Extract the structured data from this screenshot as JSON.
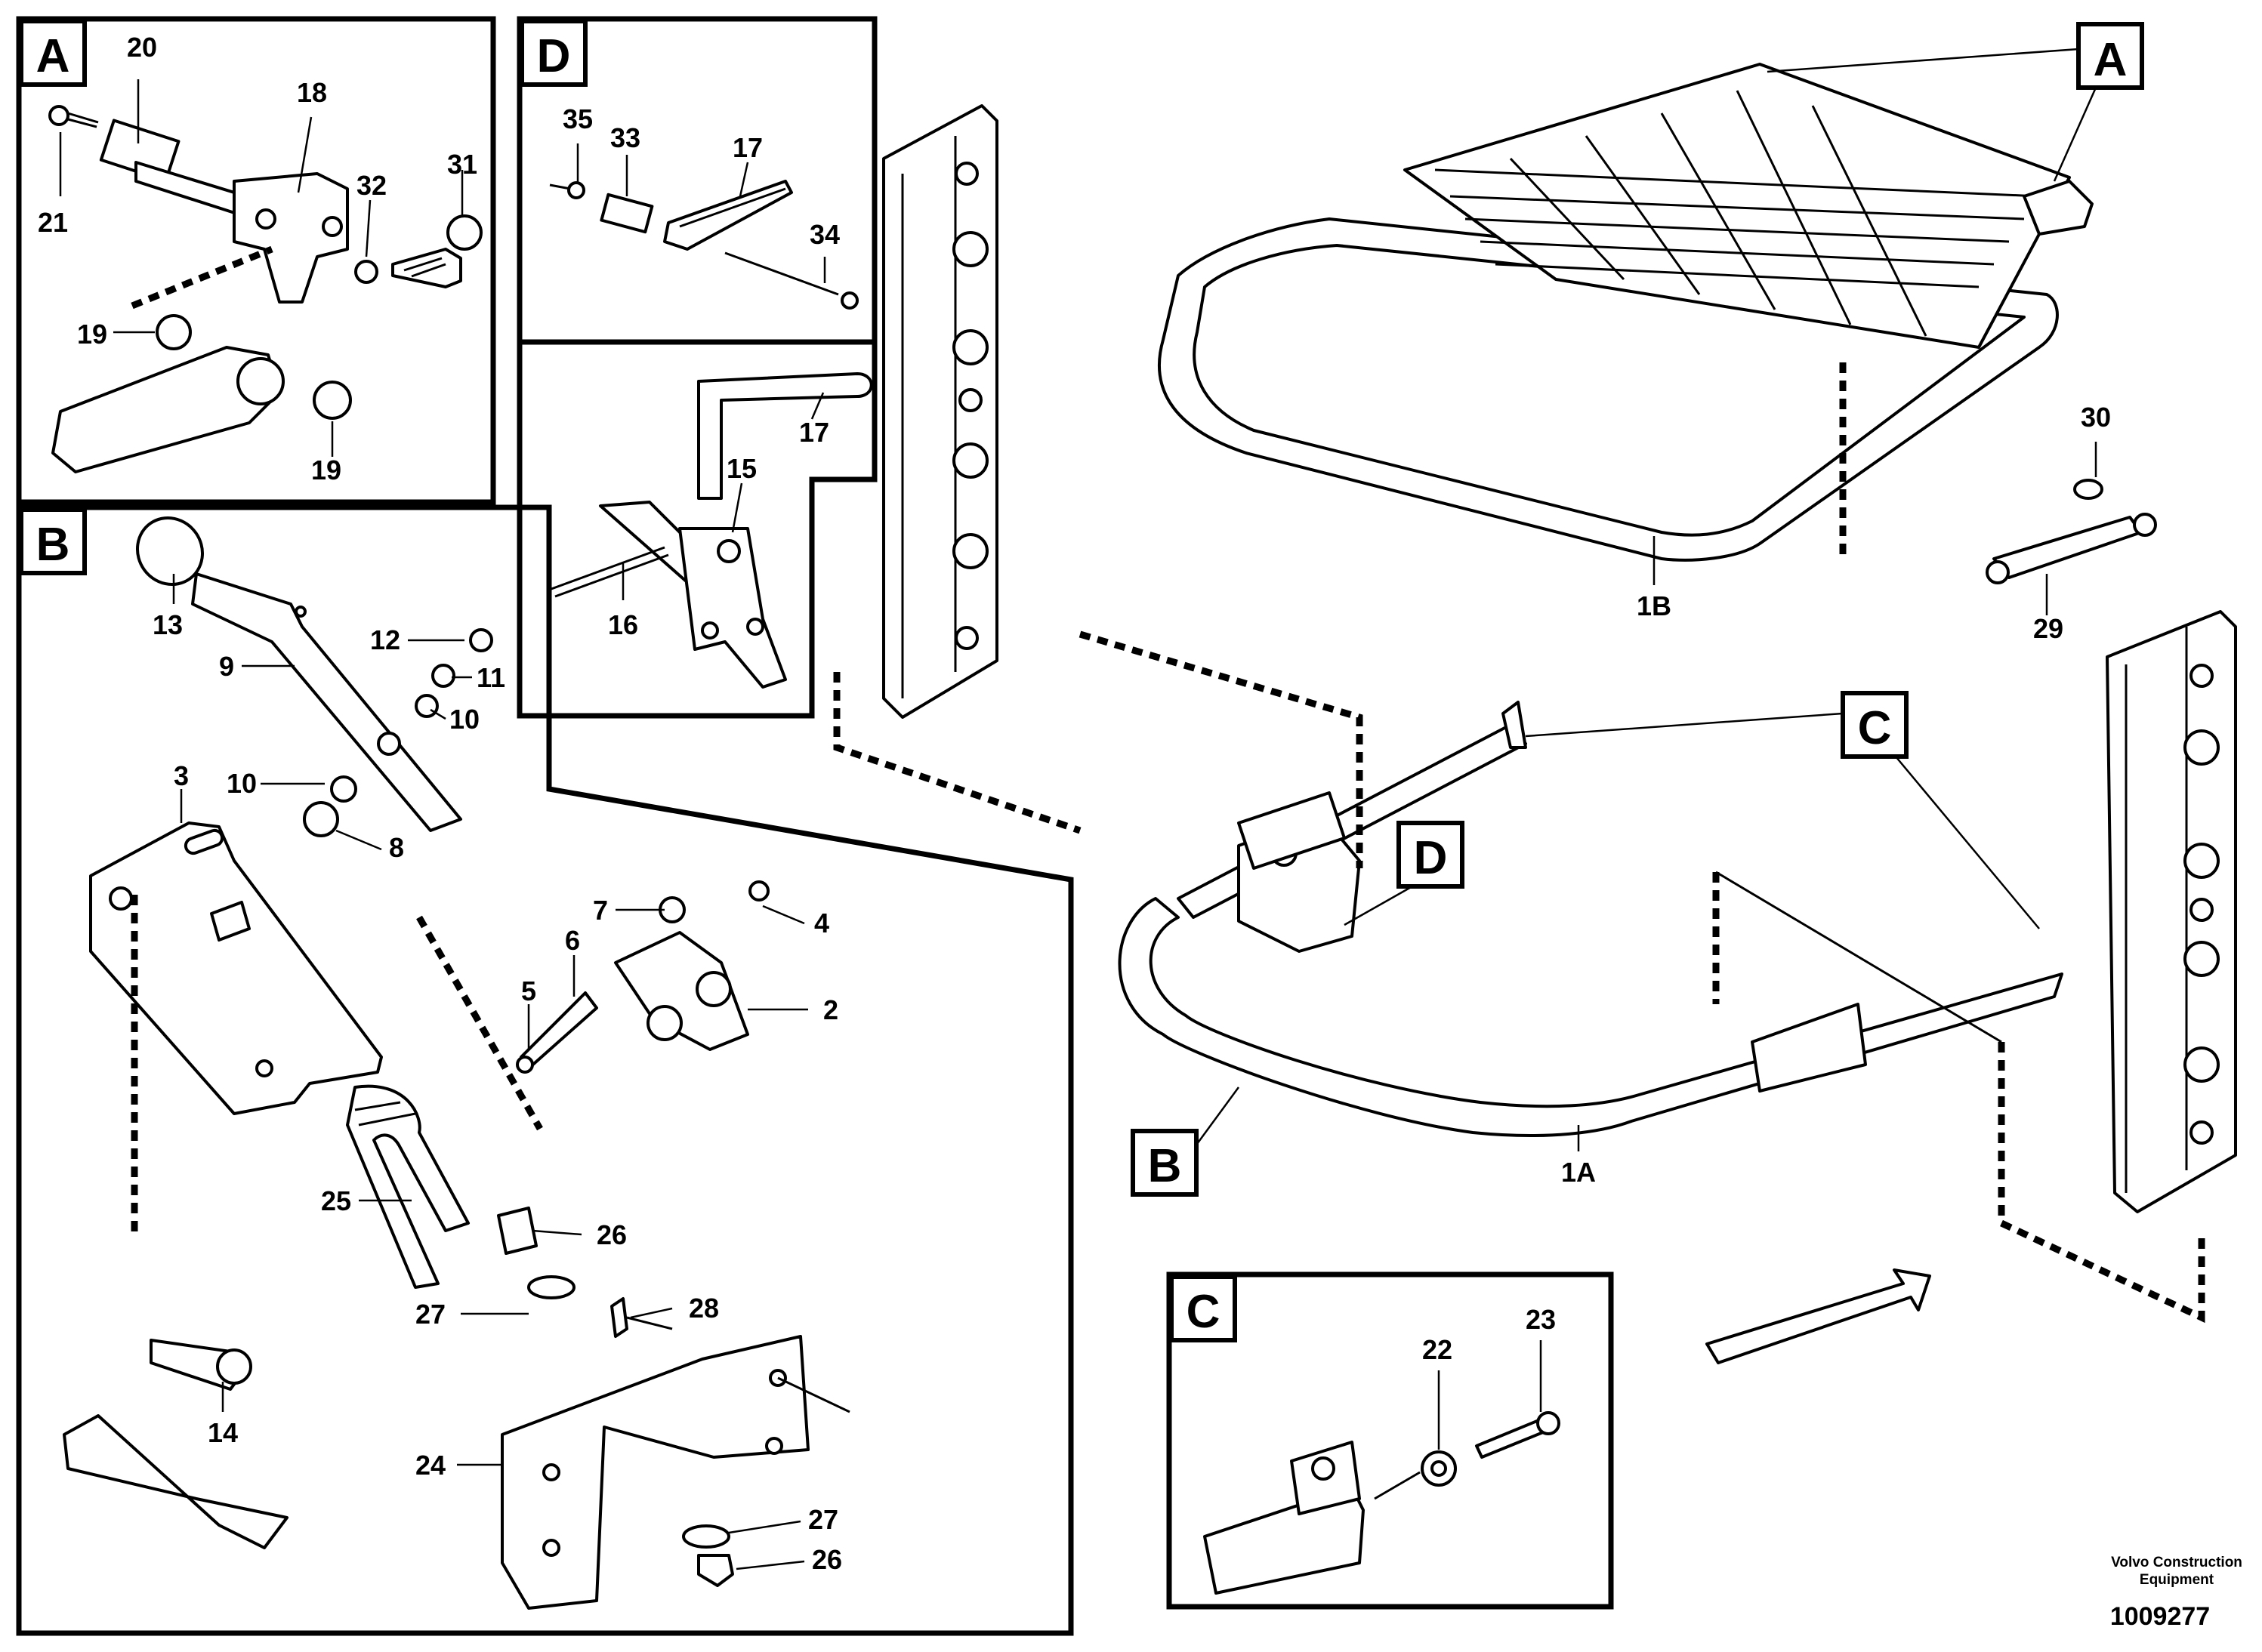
{
  "detail_views": [
    {
      "id": "A",
      "tag": "A"
    },
    {
      "id": "B",
      "tag": "B"
    },
    {
      "id": "C",
      "tag": "C"
    },
    {
      "id": "D",
      "tag": "D"
    }
  ],
  "callouts": {
    "A": [
      "A"
    ],
    "B": [
      "B"
    ],
    "C": [
      "C"
    ],
    "D": [
      "D"
    ]
  },
  "part_numbers": {
    "view_a": [
      "20",
      "18",
      "21",
      "32",
      "31",
      "19",
      "19"
    ],
    "view_d": [
      "35",
      "33",
      "17",
      "34",
      "17",
      "15",
      "16"
    ],
    "view_b": [
      "13",
      "9",
      "12",
      "11",
      "10",
      "10",
      "8",
      "3",
      "7",
      "4",
      "6",
      "2",
      "5",
      "25",
      "26",
      "14",
      "27",
      "28",
      "24",
      "27",
      "26"
    ],
    "view_c": [
      "22",
      "23"
    ],
    "main": [
      "30",
      "1B",
      "29",
      "1A"
    ]
  },
  "labels": {
    "p20": "20",
    "p18": "18",
    "p21": "21",
    "p32": "32",
    "p31": "31",
    "p19a": "19",
    "p19b": "19",
    "p35": "35",
    "p33": "33",
    "p17a": "17",
    "p34": "34",
    "p17b": "17",
    "p15": "15",
    "p16": "16",
    "p13": "13",
    "p9": "9",
    "p12": "12",
    "p11": "11",
    "p10a": "10",
    "p10b": "10",
    "p8": "8",
    "p3": "3",
    "p7": "7",
    "p4": "4",
    "p6": "6",
    "p2": "2",
    "p5": "5",
    "p25": "25",
    "p26a": "26",
    "p14": "14",
    "p27a": "27",
    "p28": "28",
    "p24": "24",
    "p27b": "27",
    "p26b": "26",
    "p22": "22",
    "p23": "23",
    "p30": "30",
    "p1B": "1B",
    "p29": "29",
    "p1A": "1A"
  },
  "footer": {
    "company_line1": "Volvo Construction",
    "company_line2": "Equipment",
    "drawing_number": "1009277"
  }
}
